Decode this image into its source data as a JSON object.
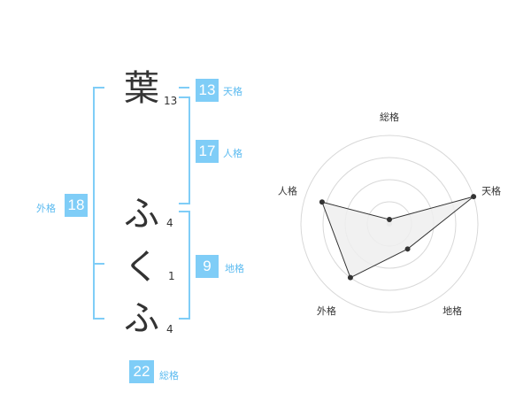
{
  "name_chars": [
    {
      "char": "葉",
      "strokes": "13"
    },
    {
      "char": "ふ",
      "strokes": "4"
    },
    {
      "char": "く",
      "strokes": "1"
    },
    {
      "char": "ふ",
      "strokes": "4"
    }
  ],
  "fortune": {
    "tenkaku": {
      "value": "13",
      "label": "天格"
    },
    "jinkaku": {
      "value": "17",
      "label": "人格"
    },
    "chikaku": {
      "value": "9",
      "label": "地格"
    },
    "gaikaku": {
      "value": "18",
      "label": "外格"
    },
    "soukaku": {
      "value": "22",
      "label": "総格"
    }
  },
  "colors": {
    "accent": "#7fcdf7",
    "accent_text": "#5cbbf0",
    "text": "#333333",
    "radar_fill": "#efefef"
  },
  "radar": {
    "axes": [
      "総格",
      "天格",
      "地格",
      "外格",
      "人格"
    ],
    "rings": 4,
    "scores": [
      0.05,
      1.0,
      0.35,
      0.75,
      0.8
    ]
  }
}
